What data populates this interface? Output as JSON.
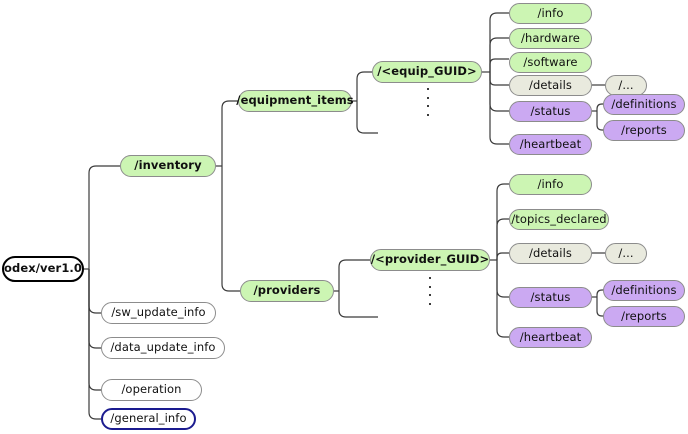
{
  "diagram": {
    "title": "odex/ver1.0 resource tree",
    "type": "hierarchical-tree",
    "colors": {
      "green_fill": "#ccf5b3",
      "purple_fill": "#cba9f2",
      "beige_fill": "#e9eade",
      "white_fill": "#ffffff",
      "gray_border": "#8c8c8c",
      "navy_border": "#1b1b8f",
      "black_border": "#000000",
      "edge": "#3b3b3b",
      "background": "#ffffff"
    }
  },
  "nodes": {
    "root": {
      "label": "odex/ver1.0",
      "fill": "white",
      "border": "black",
      "weight": "bold"
    },
    "inventory": {
      "label": "/inventory",
      "fill": "green",
      "border": "gray",
      "weight": "bold"
    },
    "sw_update_info": {
      "label": "/sw_update_info",
      "fill": "white",
      "border": "gray",
      "weight": "normal"
    },
    "data_update_info": {
      "label": "/data_update_info",
      "fill": "white",
      "border": "gray",
      "weight": "normal"
    },
    "operation": {
      "label": "/operation",
      "fill": "white",
      "border": "gray",
      "weight": "normal"
    },
    "general_info": {
      "label": "/general_info",
      "fill": "white",
      "border": "navy",
      "weight": "normal"
    },
    "equipment_items": {
      "label": "/equipment_items",
      "fill": "green",
      "border": "gray",
      "weight": "bold"
    },
    "providers": {
      "label": "/providers",
      "fill": "green",
      "border": "gray",
      "weight": "bold"
    },
    "equip_guid": {
      "label": "/<equip_GUID>",
      "fill": "green",
      "border": "gray",
      "weight": "bold"
    },
    "provider_guid": {
      "label": "/<provider_GUID>",
      "fill": "green",
      "border": "gray",
      "weight": "bold"
    },
    "equip_info": {
      "label": "/info",
      "fill": "green",
      "border": "gray",
      "weight": "normal"
    },
    "equip_hardware": {
      "label": "/hardware",
      "fill": "green",
      "border": "gray",
      "weight": "normal"
    },
    "equip_software": {
      "label": "/software",
      "fill": "green",
      "border": "gray",
      "weight": "normal"
    },
    "equip_details": {
      "label": "/details",
      "fill": "beige",
      "border": "gray",
      "weight": "normal"
    },
    "equip_status": {
      "label": "/status",
      "fill": "purple",
      "border": "gray",
      "weight": "normal"
    },
    "equip_heartbeat": {
      "label": "/heartbeat",
      "fill": "purple",
      "border": "gray",
      "weight": "normal"
    },
    "equip_details_more": {
      "label": "/...",
      "fill": "beige",
      "border": "gray",
      "weight": "normal"
    },
    "equip_definitions": {
      "label": "/definitions",
      "fill": "purple",
      "border": "gray",
      "weight": "normal"
    },
    "equip_reports": {
      "label": "/reports",
      "fill": "purple",
      "border": "gray",
      "weight": "normal"
    },
    "prov_info": {
      "label": "/info",
      "fill": "green",
      "border": "gray",
      "weight": "normal"
    },
    "prov_topics_declared": {
      "label": "/topics_declared",
      "fill": "green",
      "border": "gray",
      "weight": "normal"
    },
    "prov_details": {
      "label": "/details",
      "fill": "beige",
      "border": "gray",
      "weight": "normal"
    },
    "prov_status": {
      "label": "/status",
      "fill": "purple",
      "border": "gray",
      "weight": "normal"
    },
    "prov_heartbeat": {
      "label": "/heartbeat",
      "fill": "purple",
      "border": "gray",
      "weight": "normal"
    },
    "prov_details_more": {
      "label": "/...",
      "fill": "beige",
      "border": "gray",
      "weight": "normal"
    },
    "prov_definitions": {
      "label": "/definitions",
      "fill": "purple",
      "border": "gray",
      "weight": "normal"
    },
    "prov_reports": {
      "label": "/reports",
      "fill": "purple",
      "border": "gray",
      "weight": "normal"
    }
  },
  "ellipses": {
    "equip": {
      "meaning": "more equipment GUID nodes"
    },
    "provider": {
      "meaning": "more provider GUID nodes"
    }
  }
}
